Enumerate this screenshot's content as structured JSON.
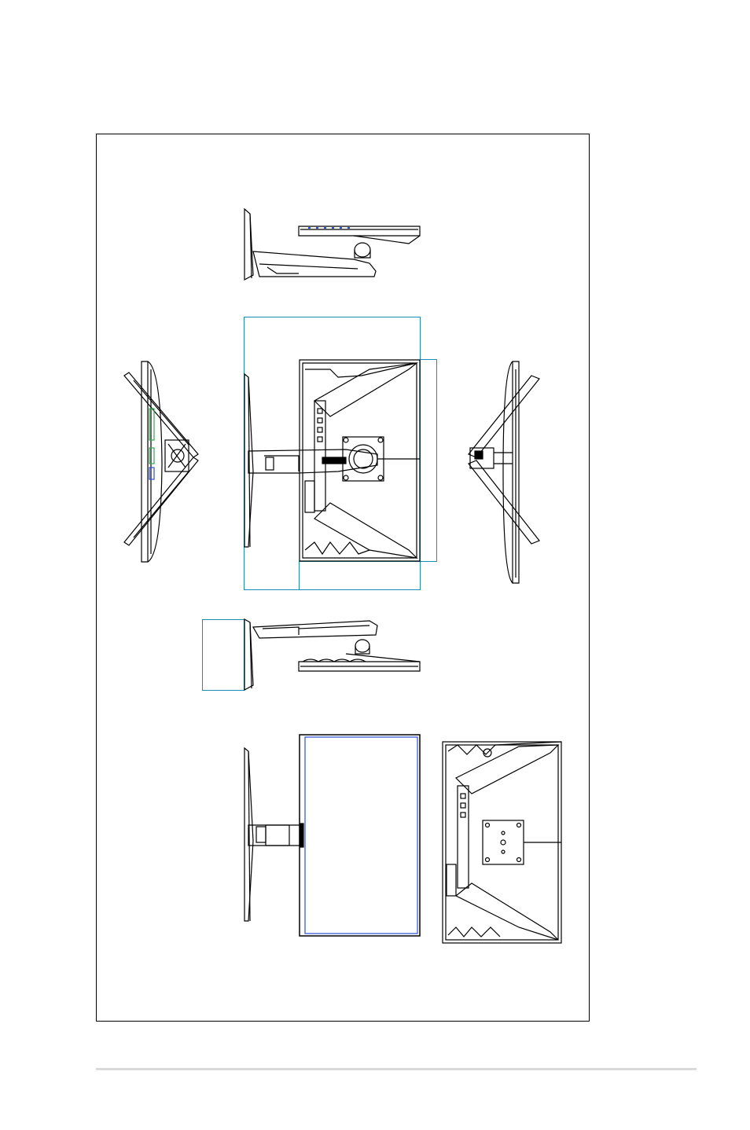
{
  "page": {
    "background": "#ffffff",
    "frame_color": "#000000",
    "dimension_box_color": "#1a8fb3",
    "panel_color": "#2a4fd6",
    "accent_green": "#2fa84a",
    "footer_rule_color": "#d9d9d9"
  },
  "drawing": {
    "views": [
      "top-view",
      "left-side-view",
      "front-view",
      "right-side-view",
      "bottom-view",
      "side-view-lower",
      "screen-view",
      "back-view-mount"
    ]
  }
}
